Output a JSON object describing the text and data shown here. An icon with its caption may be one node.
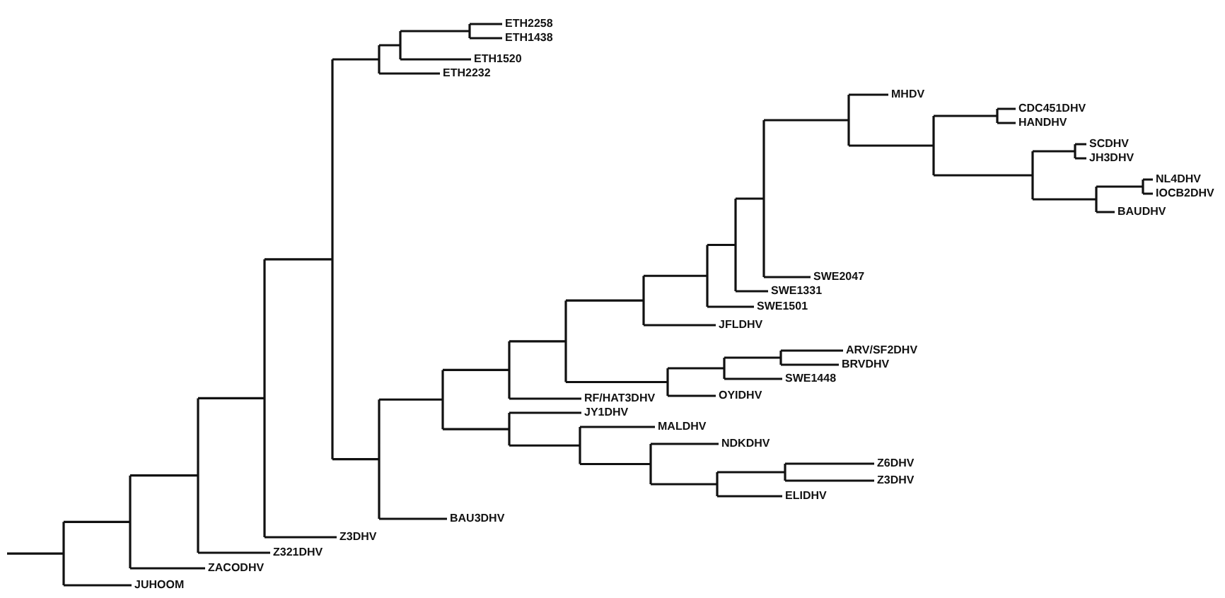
{
  "diagram": {
    "labels": [
      "ETH2258",
      "ETH1438",
      "ETH1520",
      "ETH2232",
      "MHDV",
      "CDC451DHV",
      "HANDHV",
      "SCDHV",
      "JH3DHV",
      "NL4DHV",
      "IOCB2DHV",
      "BAUDHV",
      "SWE2047",
      "SWE1331",
      "SWE1501",
      "JFLDHV",
      "ARV/SF2DHV",
      "BRVDHV",
      "SWE1448",
      "RF/HAT3DHV",
      "OYIDHV",
      "JY1DHV",
      "MALDHV",
      "NDKDHV",
      "Z6DHV",
      "Z3DHV",
      "ELIDHV",
      "BAU3DHV",
      "Z3DHV",
      "Z321DHV",
      "ZACODHV",
      "JUHOOM"
    ]
  }
}
